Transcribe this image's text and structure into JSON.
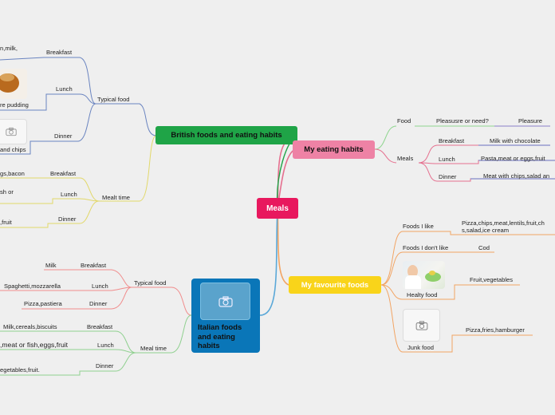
{
  "center": {
    "label": "Meals"
  },
  "british": {
    "title": "British foods and eating habits",
    "typical_food": {
      "label": "Typical food",
      "breakfast": {
        "label": "Breakfast",
        "text": "n,milk,"
      },
      "lunch": {
        "label": "Lunch",
        "text": "re pudding"
      },
      "dinner": {
        "label": "Dinner",
        "text": "and chips"
      }
    },
    "meal_time": {
      "label": "Mealt time",
      "breakfast": {
        "label": "Breakfast",
        "text": "gs,bacon"
      },
      "lunch": {
        "label": "Lunch",
        "text": "sh or"
      },
      "dinner": {
        "label": "Dinner",
        "text": ",fruit"
      }
    }
  },
  "italian": {
    "title": "Italian foods and eating habits",
    "typical_food": {
      "label": "Typical food",
      "breakfast": {
        "label": "Breakfast",
        "text": "Milk"
      },
      "lunch": {
        "label": "Lunch",
        "text": "Spaghetti,mozzarella"
      },
      "dinner": {
        "label": "Dinner",
        "text": "Pizza,pastiera"
      }
    },
    "meal_time": {
      "label": "Meal time",
      "breakfast": {
        "label": "Breakfast",
        "text": "Milk,cereals,biscuits"
      },
      "lunch": {
        "label": "Lunch",
        "text": ",meat or fish,eggs,fruit"
      },
      "dinner": {
        "label": "Dinner",
        "text": "egetables,fruit."
      }
    }
  },
  "habits": {
    "title": "My eating habits",
    "food": {
      "label": "Food",
      "question": "Pleasusre or need?",
      "answer": "Pleasure"
    },
    "meals": {
      "label": "Meals",
      "breakfast": {
        "label": "Breakfast",
        "text": "Milk with chocolate"
      },
      "lunch": {
        "label": "Lunch",
        "text": "Pasta,meat or eggs,fruit"
      },
      "dinner": {
        "label": "Dinner",
        "text": "Meat with chips,salad an"
      }
    }
  },
  "favourites": {
    "title": "My favourite foods",
    "like": {
      "label": "Foods I like",
      "text_line1": "Pizza,chips,meat,lentils,fruit,ch",
      "text_line2": "s,salad,ice cream"
    },
    "dislike": {
      "label": "Foods I don't like",
      "text": "Cod"
    },
    "healthy": {
      "label": "Healty food",
      "text": "Fruit,vegetables"
    },
    "junk": {
      "label": "Junk food",
      "text": "Pizza,fries,hamburger"
    }
  },
  "colors": {
    "center": "#e8185e",
    "british": "#1fa447",
    "italian": "#0a76b8",
    "habits": "#ee82a5",
    "favourites": "#f9d41a",
    "line_british": "#e2d86a",
    "line_italian_typical": "#f08c8c",
    "line_italian_mealtime": "#8fd08f",
    "line_british_typical": "#6a84c0",
    "line_habits": "#e5708f",
    "line_habits_food": "#8fd58f",
    "line_habits_meals_sub": "#6a6fbf",
    "line_fav": "#f2a463"
  },
  "icons": [
    "camera-icon"
  ]
}
